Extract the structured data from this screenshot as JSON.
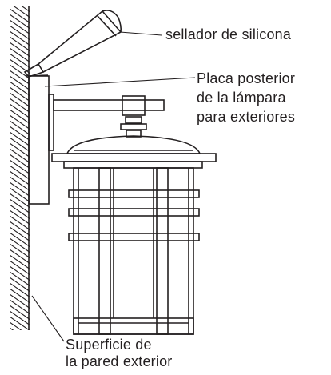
{
  "labels": {
    "sealant": "sellador de silicona",
    "backplate": [
      "Placa posterior",
      "de la lámpara",
      "para exteriores"
    ],
    "wall": [
      "Superficie de",
      "la pared exterior"
    ]
  },
  "colors": {
    "ink": "#231f20",
    "background": "#ffffff"
  }
}
